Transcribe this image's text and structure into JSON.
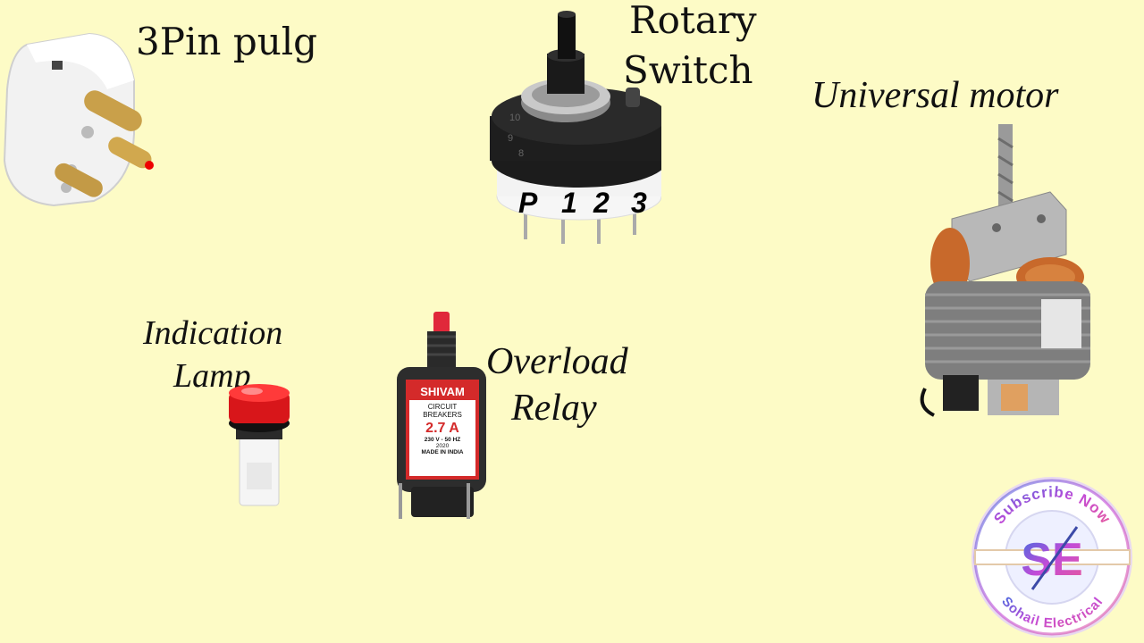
{
  "labels": {
    "plug": "3Pin pulg",
    "rotary_line1": "Rotary",
    "rotary_line2": "Switch",
    "motor": "Universal motor",
    "lamp_line1": "Indication",
    "lamp_line2": "Lamp",
    "relay_line1": "Overload",
    "relay_line2": "Relay"
  },
  "rotary_switch": {
    "terminals": [
      "P",
      "1",
      "2",
      "3"
    ],
    "dial_numbers": [
      "10",
      "9",
      "8"
    ]
  },
  "relay": {
    "brand": "SHIVAM",
    "line1": "CIRCUIT",
    "line2": "BREAKERS",
    "rating": "2.7 A",
    "voltage": "230 V - 50 HZ",
    "year": "2020",
    "origin": "MADE IN INDIA"
  },
  "badge": {
    "top_text": "Subscribe Now",
    "bottom_text": "Sohail Electrical",
    "monogram": "SE"
  },
  "colors": {
    "background": "#fdfbc6",
    "plug_pins": "#c9a04a",
    "relay_red": "#d42a2a",
    "lamp_red": "#d8161a",
    "motor_copper": "#c8692b"
  }
}
